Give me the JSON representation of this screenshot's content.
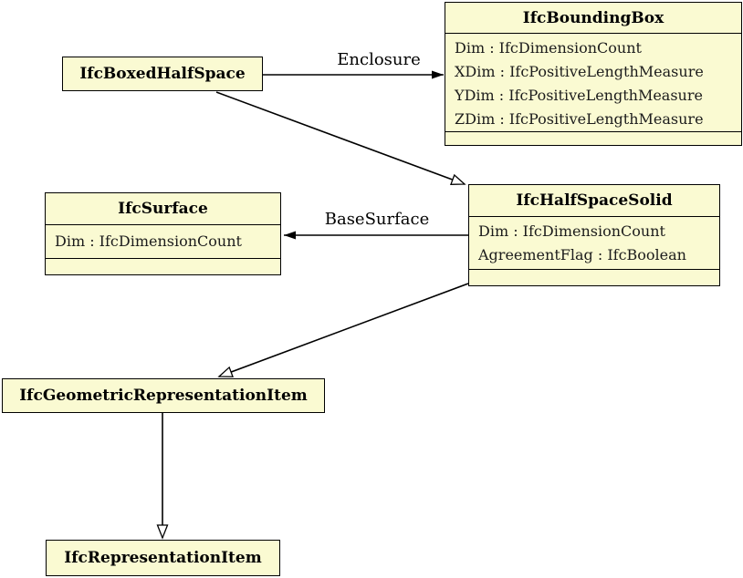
{
  "diagram": {
    "kind": "uml-class-diagram",
    "classes": [
      {
        "name": "IfcBoundingBox",
        "attributes": [
          "Dim : IfcDimensionCount",
          "XDim : IfcPositiveLengthMeasure",
          "YDim : IfcPositiveLengthMeasure",
          "ZDim : IfcPositiveLengthMeasure"
        ]
      },
      {
        "name": "IfcBoxedHalfSpace",
        "attributes": []
      },
      {
        "name": "IfcSurface",
        "attributes": [
          "Dim : IfcDimensionCount"
        ]
      },
      {
        "name": "IfcHalfSpaceSolid",
        "attributes": [
          "Dim : IfcDimensionCount",
          "AgreementFlag : IfcBoolean"
        ]
      },
      {
        "name": "IfcGeometricRepresentationItem",
        "attributes": []
      },
      {
        "name": "IfcRepresentationItem",
        "attributes": []
      }
    ],
    "edges": [
      {
        "type": "association",
        "label": "Enclosure",
        "from": "IfcBoxedHalfSpace",
        "to": "IfcBoundingBox"
      },
      {
        "type": "association",
        "label": "BaseSurface",
        "from": "IfcHalfSpaceSolid",
        "to": "IfcSurface"
      },
      {
        "type": "generalization",
        "label": "",
        "from": "IfcBoxedHalfSpace",
        "to": "IfcHalfSpaceSolid"
      },
      {
        "type": "generalization",
        "label": "",
        "from": "IfcHalfSpaceSolid",
        "to": "IfcGeometricRepresentationItem"
      },
      {
        "type": "generalization",
        "label": "",
        "from": "IfcGeometricRepresentationItem",
        "to": "IfcRepresentationItem"
      }
    ],
    "colors": {
      "box_fill": "#FAFAD2",
      "box_border": "#000000",
      "background": "#FFFFFF",
      "attribute_text": "#1C1C1C"
    }
  }
}
